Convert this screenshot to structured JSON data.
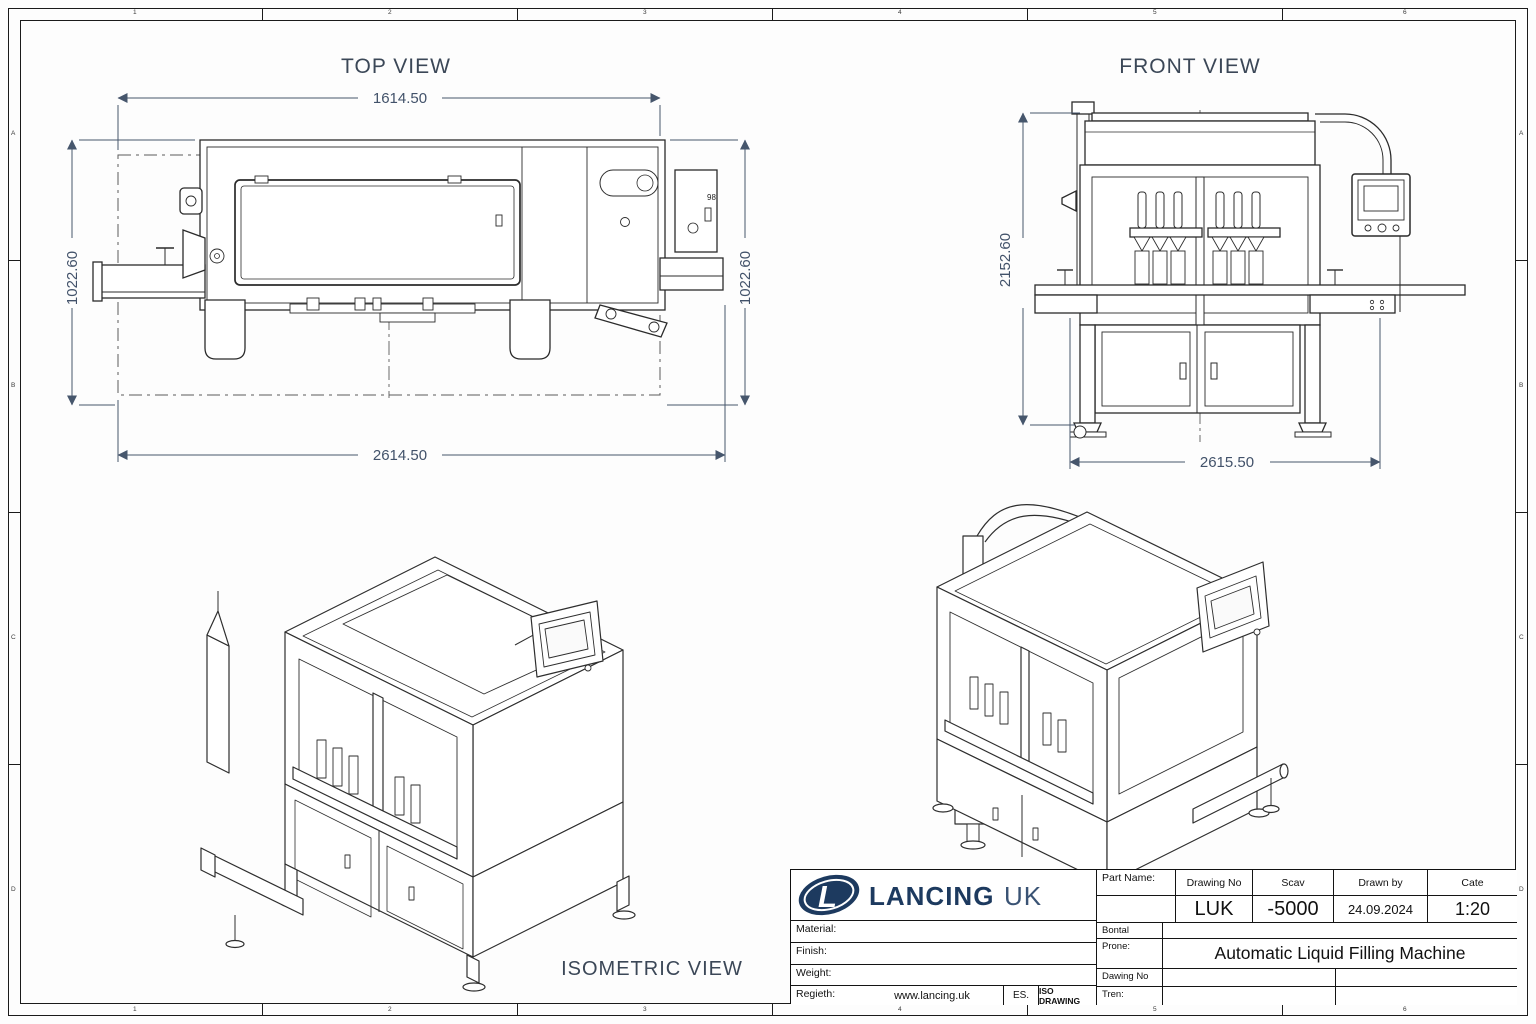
{
  "border": {
    "top_labels": [
      "1",
      "2",
      "3",
      "4",
      "5",
      "6"
    ],
    "bottom_labels": [
      "1",
      "2",
      "3",
      "4",
      "5",
      "6"
    ],
    "left_labels": [
      "A",
      "B",
      "C",
      "D"
    ],
    "right_labels": [
      "A",
      "B",
      "C",
      "D"
    ]
  },
  "views": {
    "top": {
      "label": "TOP VIEW",
      "dim_inner_width": "1614.50",
      "dim_outer_width": "2614.50",
      "dim_depth_left": "1022.60",
      "dim_depth_right": "1022.60",
      "panel_mark": "98"
    },
    "front": {
      "label": "FRONT VIEW",
      "dim_height": "2152.60",
      "dim_width": "2615.50"
    },
    "iso": {
      "label": "ISOMETRIC VIEW"
    }
  },
  "title_block": {
    "logo": {
      "monogram": "L",
      "brand": "LANCING",
      "suffix": "UK",
      "color": "#1d3a5f"
    },
    "material_label": "Material:",
    "finish_label": "Finish:",
    "weight_label": "Weight:",
    "regieth_label": "Regieth:",
    "website": "www.lancing.uk",
    "es_label": "ES.",
    "iso_drawing_label": "ISO DRAWING",
    "header_cells": [
      "Part Name:",
      "Drawing No",
      "Scav",
      "Drawn by",
      "Cate"
    ],
    "value_cells": [
      "LUK",
      "-5000",
      "24.09.2024",
      "1:20"
    ],
    "serial_label": "Bontal",
    "name_label": "Prone:",
    "product_title": "Automatic Liquid Filling Machine",
    "drawing_no_label": "Dawing No",
    "notes_label": "Tren:"
  }
}
